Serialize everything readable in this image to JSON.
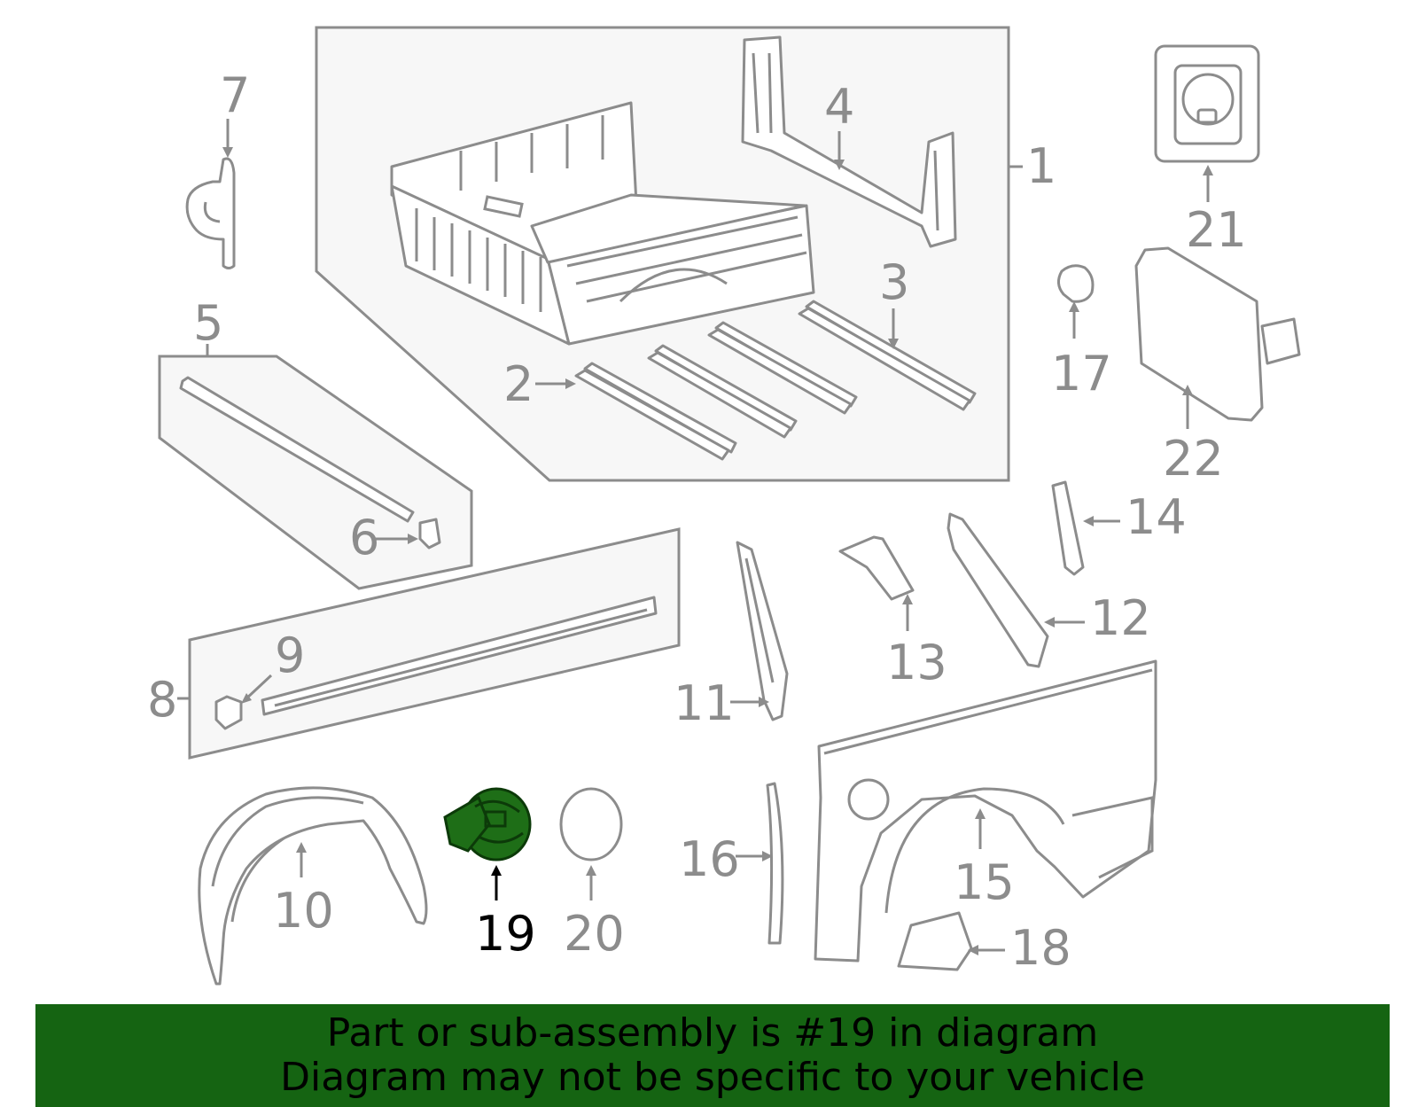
{
  "diagram": {
    "callouts": [
      {
        "id": "1",
        "label": "1"
      },
      {
        "id": "2",
        "label": "2"
      },
      {
        "id": "3",
        "label": "3"
      },
      {
        "id": "4",
        "label": "4"
      },
      {
        "id": "5",
        "label": "5"
      },
      {
        "id": "6",
        "label": "6"
      },
      {
        "id": "7",
        "label": "7"
      },
      {
        "id": "8",
        "label": "8"
      },
      {
        "id": "9",
        "label": "9"
      },
      {
        "id": "10",
        "label": "10"
      },
      {
        "id": "11",
        "label": "11"
      },
      {
        "id": "12",
        "label": "12"
      },
      {
        "id": "13",
        "label": "13"
      },
      {
        "id": "14",
        "label": "14"
      },
      {
        "id": "15",
        "label": "15"
      },
      {
        "id": "16",
        "label": "16"
      },
      {
        "id": "17",
        "label": "17"
      },
      {
        "id": "18",
        "label": "18"
      },
      {
        "id": "19",
        "label": "19",
        "highlighted": true
      },
      {
        "id": "20",
        "label": "20"
      },
      {
        "id": "21",
        "label": "21"
      },
      {
        "id": "22",
        "label": "22"
      }
    ],
    "highlight_color": "#156412",
    "line_color": "#8c8c8c"
  },
  "banner": {
    "line1": "Part or sub-assembly is #19 in diagram",
    "line2": "Diagram may not be specific to your vehicle",
    "background": "#156412"
  }
}
